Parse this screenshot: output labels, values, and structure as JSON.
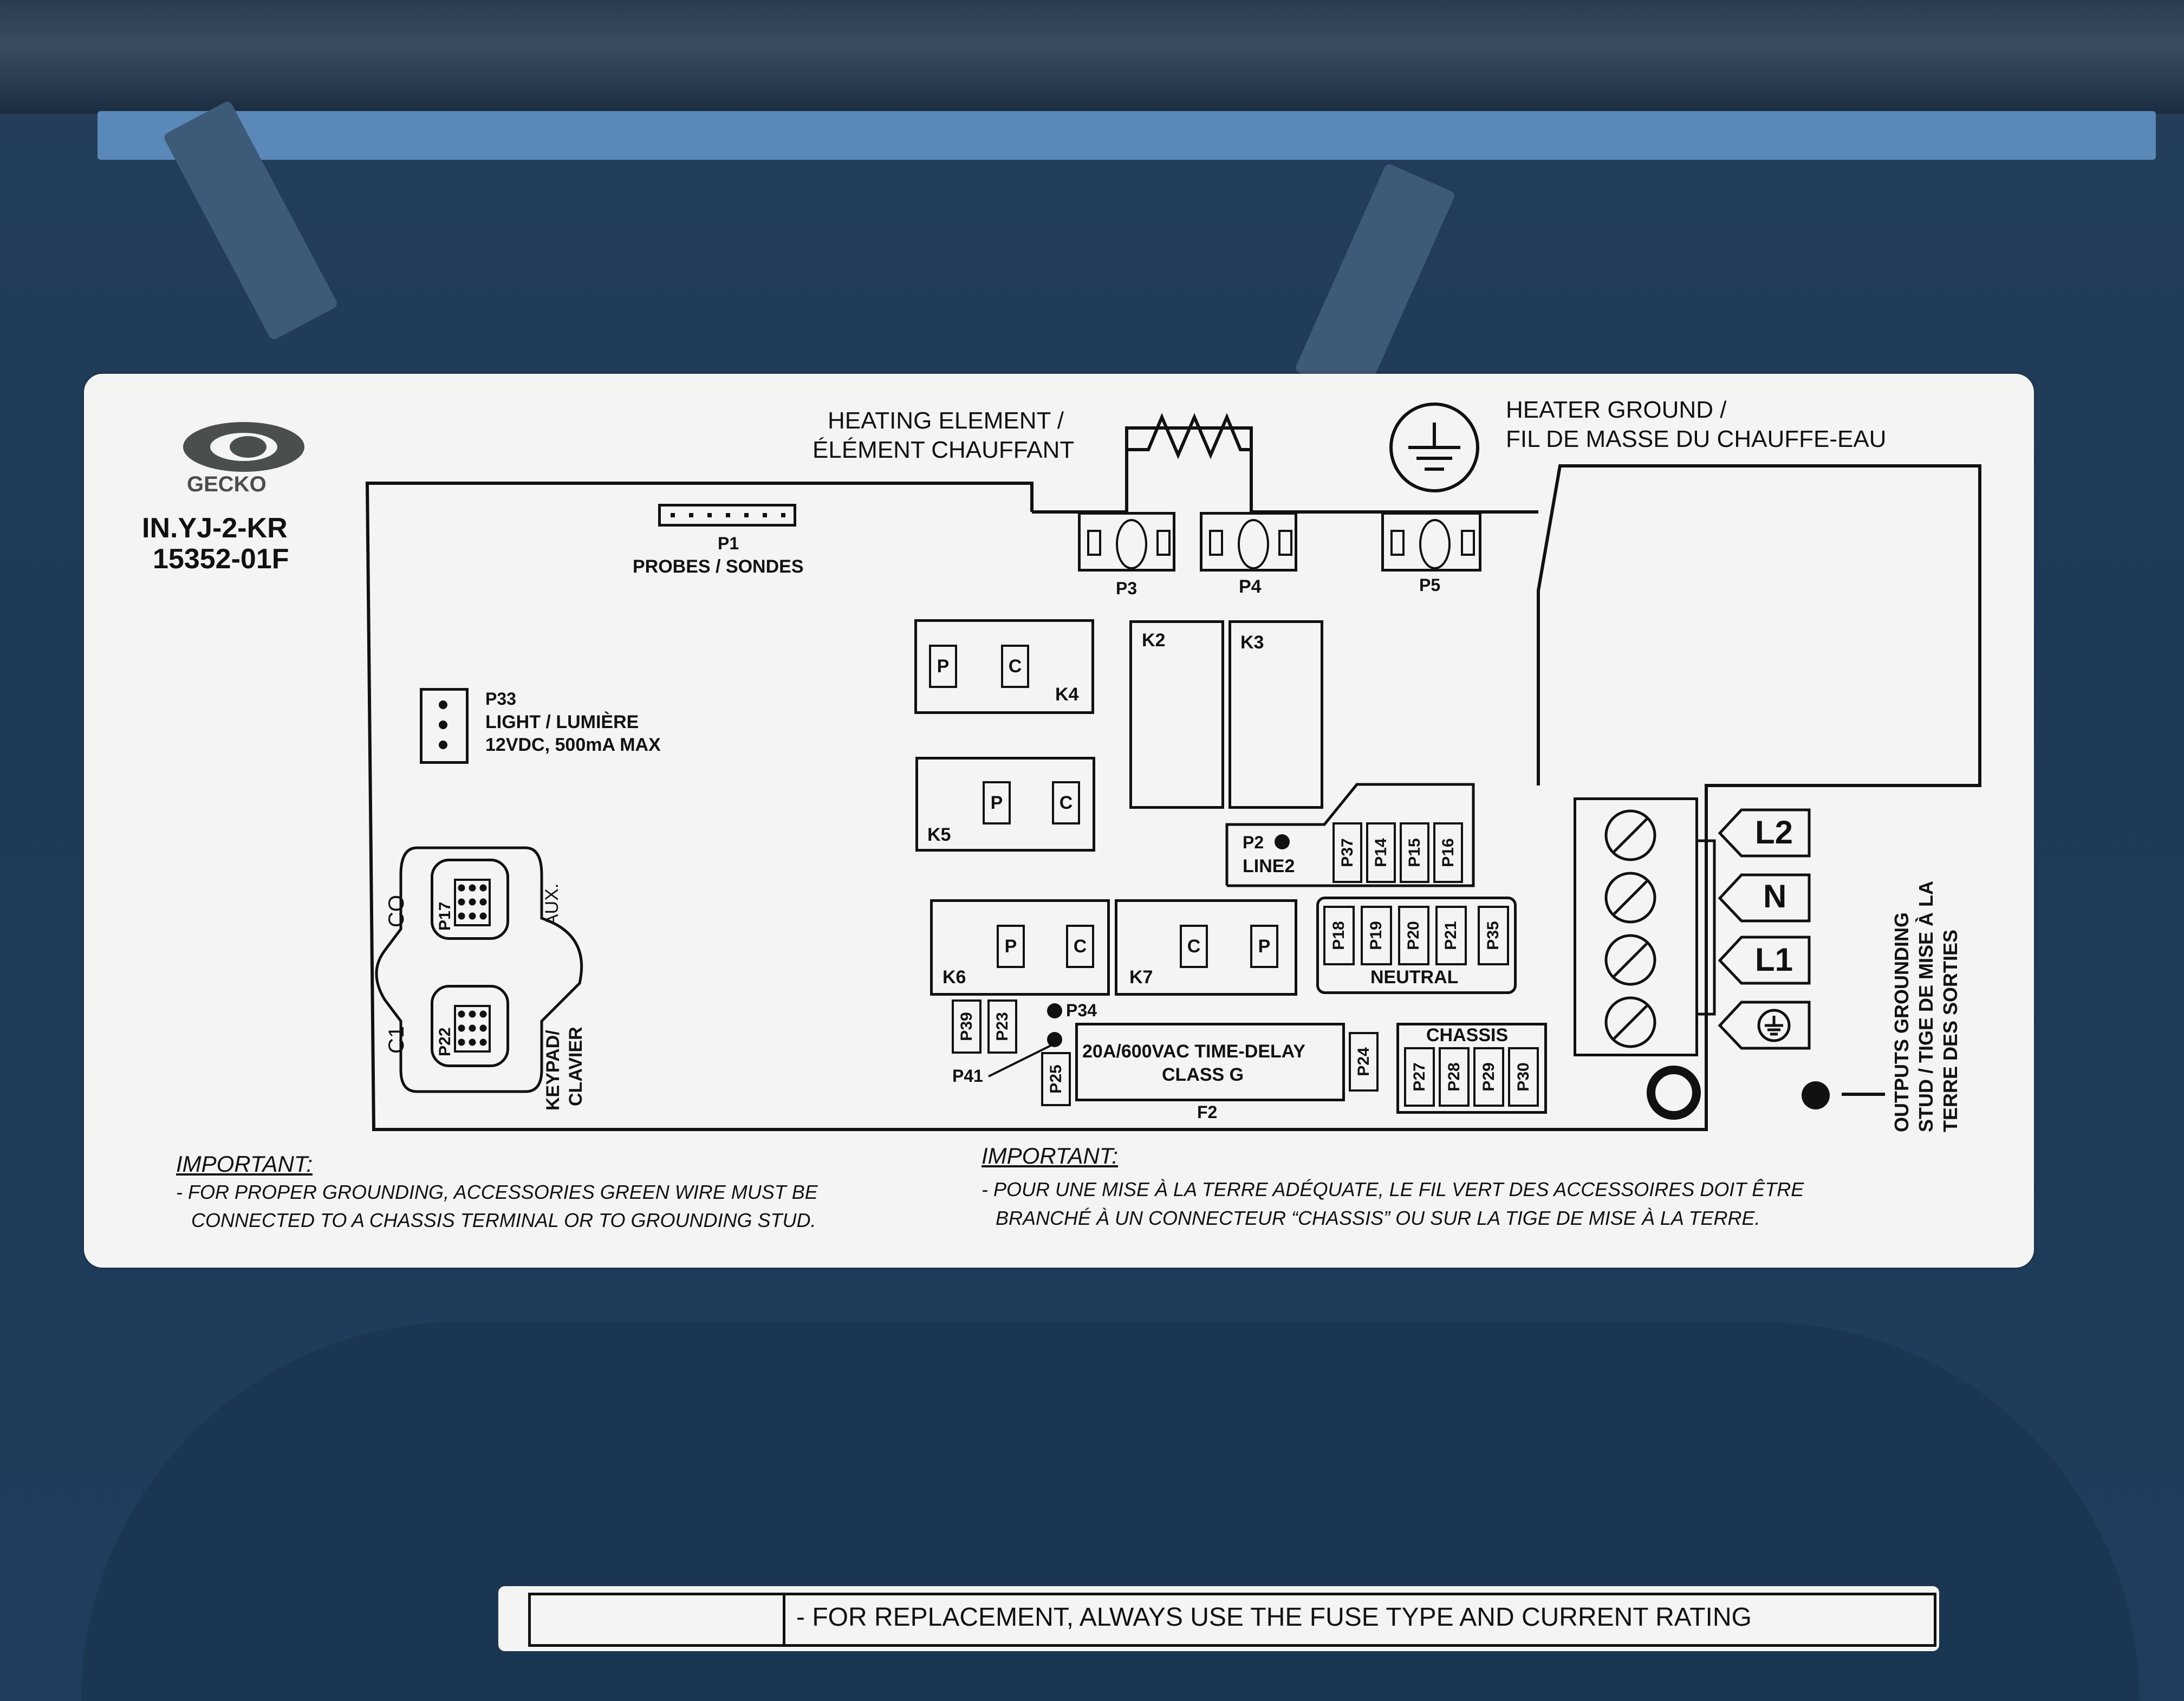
{
  "colors": {
    "housing": "#1f3d5c",
    "label": "#f4f5f2",
    "ink": "#111111",
    "logo": "#4a4f4c"
  },
  "label": {
    "brand": "GECKO",
    "model": "IN.YJ-2-KR",
    "part_number": "15352-01F",
    "heating_element": {
      "line1": "HEATING ELEMENT /",
      "line2": "ÉLÉMENT CHAUFFANT"
    },
    "heater_ground": {
      "line1": "HEATER GROUND /",
      "line2": "FIL DE MASSE DU CHAUFFE-EAU"
    },
    "connectors": {
      "p1": "P1",
      "probes": "PROBES / SONDES",
      "p3": "P3",
      "p4": "P4",
      "p5": "P5",
      "p33": "P33",
      "light": "LIGHT / LUMIÈRE",
      "light_rating": "12VDC, 500mA MAX",
      "co": "CO",
      "p17": "P17",
      "aux": "AUX.",
      "c1": "C1",
      "p22": "P22",
      "keypad": "KEYPAD/",
      "clavier": "CLAVIER",
      "p2": "P2",
      "line2": "LINE2",
      "p37": "P37",
      "p14": "P14",
      "p15": "P15",
      "p16": "P16",
      "p18": "P18",
      "p19": "P19",
      "p20": "P20",
      "p21": "P21",
      "p35": "P35",
      "neutral": "NEUTRAL",
      "chassis": "CHASSIS",
      "p27": "P27",
      "p28": "P28",
      "p29": "P29",
      "p30": "P30",
      "p39": "P39",
      "p23": "P23",
      "p34": "P34",
      "p41": "P41",
      "p25": "P25",
      "p24": "P24",
      "fuse_line1": "20A/600VAC TIME-DELAY",
      "fuse_line2": "CLASS G",
      "f2": "F2"
    },
    "relays": {
      "k2": "K2",
      "k3": "K3",
      "k4": "K4",
      "k5": "K5",
      "k6": "K6",
      "k7": "K7",
      "p": "P",
      "c": "C"
    },
    "terminals": {
      "l2": "L2",
      "n": "N",
      "l1": "L1"
    },
    "outputs_grounding": {
      "line1": "OUTPUTS GROUNDING",
      "line2": "STUD / TIGE DE MISE À LA",
      "line3": "TERRE DES SORTIES"
    },
    "important_en": {
      "title": "IMPORTANT:",
      "line1": "- FOR PROPER GROUNDING, ACCESSORIES GREEN WIRE MUST BE",
      "line2": "CONNECTED TO A CHASSIS TERMINAL OR TO GROUNDING STUD."
    },
    "important_fr": {
      "title": "IMPORTANT:",
      "line1": "- POUR UNE MISE À LA TERRE ADÉQUATE, LE FIL VERT DES ACCESSOIRES DOIT ÊTRE",
      "line2": "BRANCHÉ À UN CONNECTEUR “CHASSIS” OU SUR LA TIGE DE MISE À LA TERRE."
    }
  },
  "lower_label": {
    "text": "- FOR REPLACEMENT, ALWAYS USE THE FUSE TYPE AND CURRENT RATING"
  }
}
